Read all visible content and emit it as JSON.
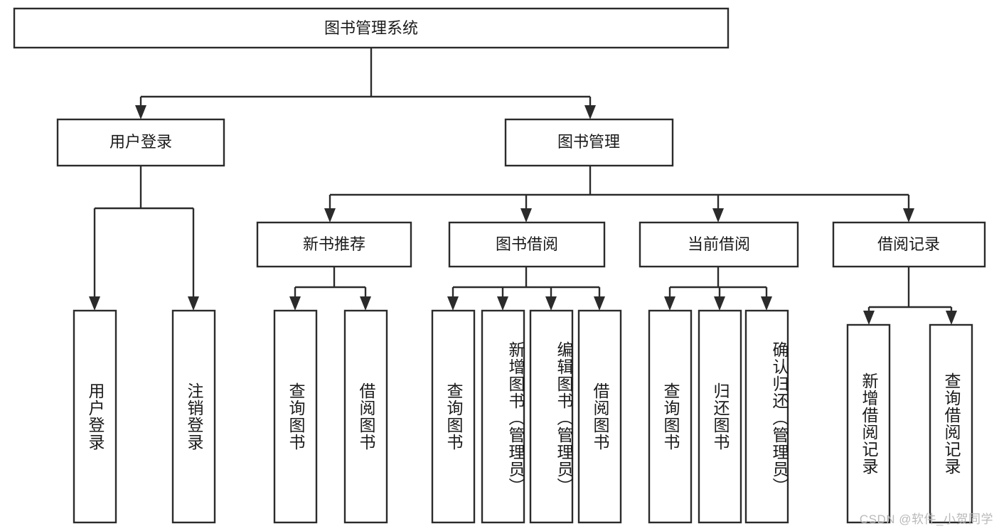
{
  "diagram": {
    "type": "tree-hierarchy-chart",
    "title": "图书管理系统",
    "stroke_color": "#2b2b2b",
    "fill_color": "#ffffff",
    "background_color": "#ffffff",
    "levels": 4,
    "root": {
      "label": "图书管理系统",
      "orientation": "horizontal"
    },
    "level2": [
      {
        "label": "用户登录",
        "orientation": "horizontal"
      },
      {
        "label": "图书管理",
        "orientation": "horizontal"
      }
    ],
    "level3": [
      {
        "label": "新书推荐",
        "orientation": "horizontal",
        "parent": "图书管理"
      },
      {
        "label": "图书借阅",
        "orientation": "horizontal",
        "parent": "图书管理"
      },
      {
        "label": "当前借阅",
        "orientation": "horizontal",
        "parent": "图书管理"
      },
      {
        "label": "借阅记录",
        "orientation": "horizontal",
        "parent": "图书管理"
      }
    ],
    "leaves": {
      "user_login": [
        {
          "label": "用户登录",
          "orientation": "vertical"
        },
        {
          "label": "注销登录",
          "orientation": "vertical"
        }
      ],
      "new_book_recommend": [
        {
          "label": "查询图书",
          "orientation": "vertical"
        },
        {
          "label": "借阅图书",
          "orientation": "vertical"
        }
      ],
      "book_borrow": [
        {
          "label": "查询图书",
          "orientation": "vertical"
        },
        {
          "label": "新增图书（管理员）",
          "orientation": "vertical"
        },
        {
          "label": "编辑图书（管理员）",
          "orientation": "vertical"
        },
        {
          "label": "借阅图书",
          "orientation": "vertical"
        }
      ],
      "current_borrow": [
        {
          "label": "查询图书",
          "orientation": "vertical"
        },
        {
          "label": "归还图书",
          "orientation": "vertical"
        },
        {
          "label": "确认归还（管理员）",
          "orientation": "vertical"
        }
      ],
      "borrow_record": [
        {
          "label": "新增借阅记录",
          "orientation": "vertical"
        },
        {
          "label": "查询借阅记录",
          "orientation": "vertical"
        }
      ]
    }
  },
  "watermark": {
    "text": "CSDN @软件_小贺同学"
  }
}
